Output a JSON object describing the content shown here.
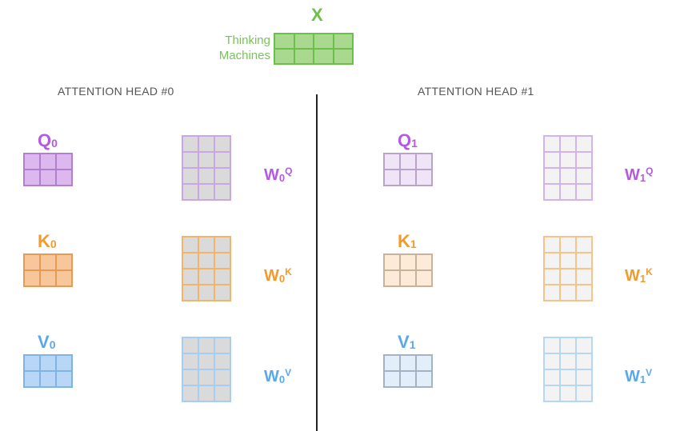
{
  "input": {
    "label": "X",
    "words": [
      "Thinking",
      "Machines"
    ],
    "color": "#a8d98f",
    "border": "#6cbf4b"
  },
  "heads": [
    {
      "title": "ATTENTION HEAD #0",
      "index": "0",
      "matrices": [
        {
          "name": "Q",
          "fill": "#dcb8ef",
          "border": "#b07fd0",
          "label_color": "#b45ae0"
        },
        {
          "name": "K",
          "fill": "#f7c79b",
          "border": "#e79a52",
          "label_color": "#f39a2e"
        },
        {
          "name": "V",
          "fill": "#b8d6f5",
          "border": "#7fb2e6",
          "label_color": "#5aa8ec"
        }
      ],
      "weights": [
        {
          "base": "W",
          "sup": "Q",
          "fill": "#dadada",
          "border": "#c9a6e6",
          "label_color": "#b45ae0"
        },
        {
          "base": "W",
          "sup": "K",
          "fill": "#dadada",
          "border": "#f2b36b",
          "label_color": "#f39a2e"
        },
        {
          "base": "W",
          "sup": "V",
          "fill": "#dadada",
          "border": "#a7cdf1",
          "label_color": "#5aa8ec"
        }
      ]
    },
    {
      "title": "ATTENTION HEAD #1",
      "index": "1",
      "matrices": [
        {
          "name": "Q",
          "fill": "#f0e4f7",
          "border": "#b9a4c8",
          "label_color": "#b45ae0"
        },
        {
          "name": "K",
          "fill": "#fdead8",
          "border": "#c9b29c",
          "label_color": "#f39a2e"
        },
        {
          "name": "V",
          "fill": "#e3eefb",
          "border": "#a4b3c4",
          "label_color": "#5aa8ec"
        }
      ],
      "weights": [
        {
          "base": "W",
          "sup": "Q",
          "fill": "#f3f3f3",
          "border": "#d2b3ec",
          "label_color": "#b45ae0"
        },
        {
          "base": "W",
          "sup": "K",
          "fill": "#f3f3f3",
          "border": "#f5c48b",
          "label_color": "#f39a2e"
        },
        {
          "base": "W",
          "sup": "V",
          "fill": "#f3f3f3",
          "border": "#b6d6f4",
          "label_color": "#5aa8ec"
        }
      ]
    }
  ]
}
